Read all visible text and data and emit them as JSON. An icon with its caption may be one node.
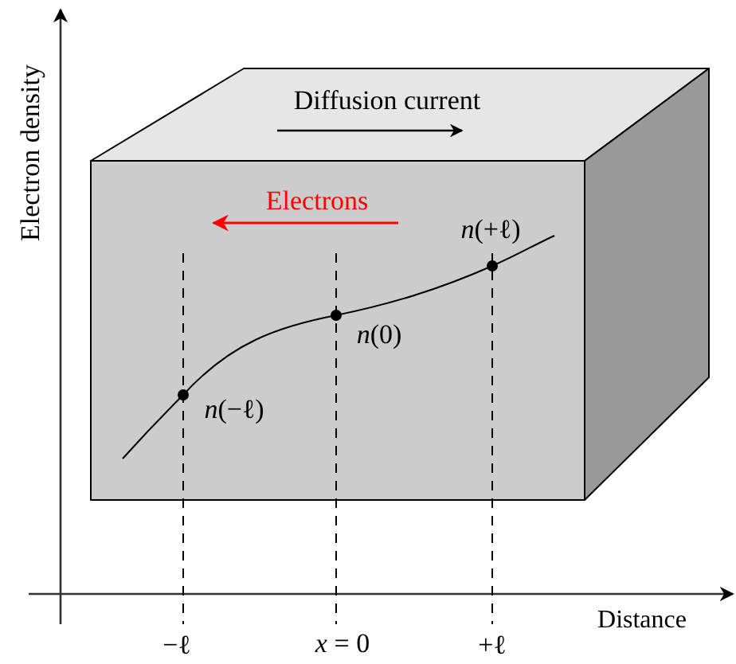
{
  "diagram": {
    "labels": [
      "Electron density",
      "Diffusion current",
      "Electrons",
      "*n*(+ℓ)",
      "*n*(0)",
      "*n*(−ℓ)",
      "Distance",
      "−ℓ",
      "*x* = 0",
      "+ℓ"
    ]
  }
}
